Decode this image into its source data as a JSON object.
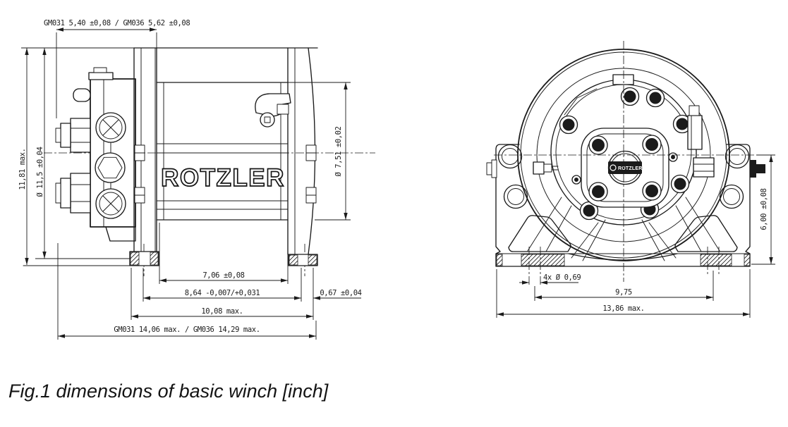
{
  "figure": {
    "caption": "Fig.1 dimensions of basic winch [inch]"
  },
  "brand": {
    "drum_logo": "ROTZLER",
    "hub_logo": "ROTZLER"
  },
  "colors": {
    "line": "#1b1b1b",
    "background": "#ffffff"
  },
  "side_view": {
    "top_label": "GM031 5,40 ±0,08 / GM036 5,62 ±0,08",
    "height_label": "11,81 max.",
    "flange_dia_label": "Ø 11,5 ±0,04",
    "rim_dia_label": "Ø 7,51 ±0,02",
    "drum_len_label": "7,06 ±0,08",
    "fit_len_label": "8,64 -0,007/+0,031",
    "offset_label": "0,67 ±0,04",
    "length_label": "10,08 max.",
    "overall_label": "GM031 14,06 max. / GM036 14,29 max."
  },
  "front_view": {
    "holes_label": "4x Ø 0,69",
    "spacing_label": "9,75",
    "width_label": "13,86 max.",
    "height_label": "6,00 ±0,08"
  }
}
